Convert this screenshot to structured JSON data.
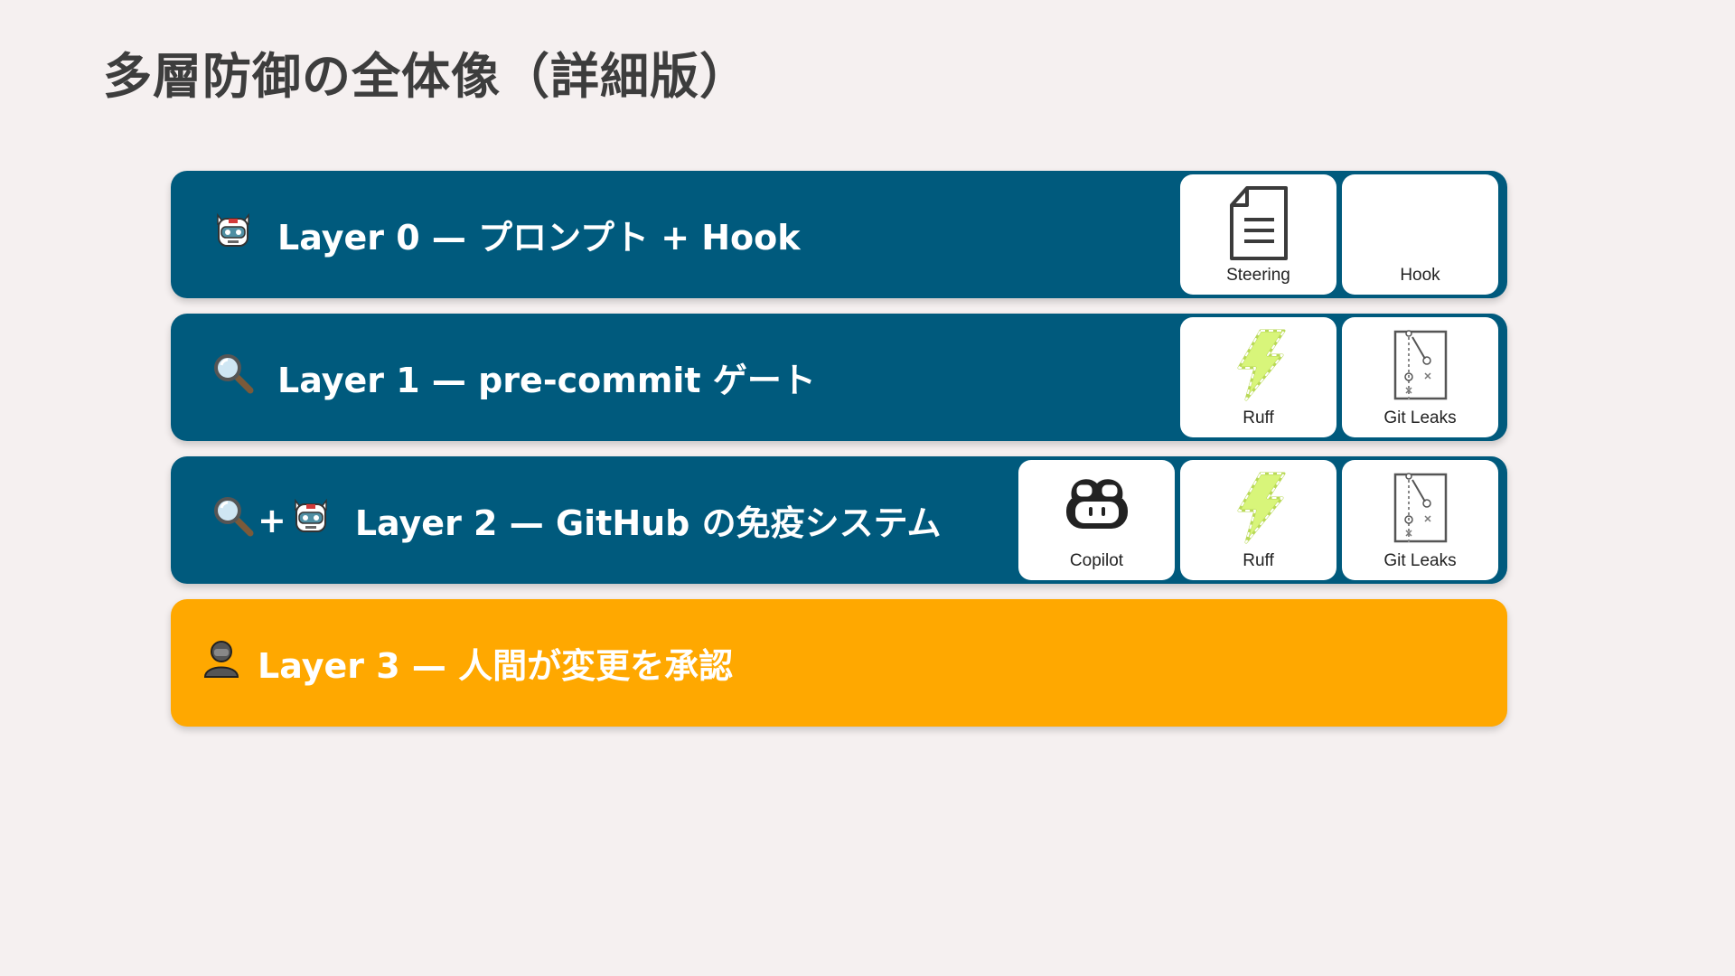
{
  "title": "多層防御の全体像（詳細版）",
  "colors": {
    "background": "#f5f0f0",
    "title": "#3d3d3d",
    "layer_blue": "#005a7d",
    "layer_orange": "#ffa800",
    "ruff": "#d8f57a"
  },
  "layers": [
    {
      "label": "Layer 0 — プロンプト + Hook",
      "icons": [
        "robot-icon"
      ],
      "cards": [
        {
          "label": "Steering",
          "icon": "document-icon"
        },
        {
          "label": "Hook",
          "icon": "blank-icon"
        }
      ]
    },
    {
      "label": "Layer 1 — pre-commit ゲート",
      "icons": [
        "magnifier-icon"
      ],
      "cards": [
        {
          "label": "Ruff",
          "icon": "lightning-icon"
        },
        {
          "label": "Git Leaks",
          "icon": "zipper-icon"
        }
      ]
    },
    {
      "label": "Layer 2 — GitHub の免疫システム",
      "icons": [
        "magnifier-icon",
        "plus",
        "robot-icon"
      ],
      "plus": "+",
      "cards": [
        {
          "label": "Copilot",
          "icon": "copilot-icon"
        },
        {
          "label": "Ruff",
          "icon": "lightning-icon"
        },
        {
          "label": "Git Leaks",
          "icon": "zipper-icon"
        }
      ]
    },
    {
      "label": "Layer 3 — 人間が変更を承認",
      "icons": [
        "person-icon"
      ],
      "cards": []
    }
  ]
}
